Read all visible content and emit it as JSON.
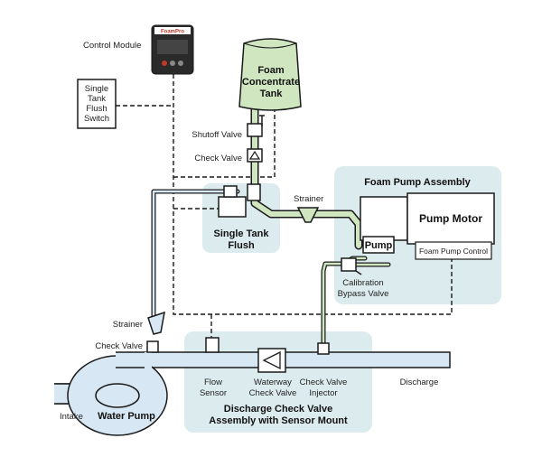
{
  "labels": {
    "control_module": "Control Module",
    "module_brand": "FoamPro",
    "flush_switch_1": "Single",
    "flush_switch_2": "Tank",
    "flush_switch_3": "Flush",
    "flush_switch_4": "Switch",
    "tank_1": "Foam",
    "tank_2": "Concentrate",
    "tank_3": "Tank",
    "shutoff_valve": "Shutoff Valve",
    "check_valve_top": "Check Valve",
    "strainer_top": "Strainer",
    "single_tank_flush_1": "Single Tank",
    "single_tank_flush_2": "Flush",
    "pump_assembly_title": "Foam Pump Assembly",
    "pump_motor": "Pump Motor",
    "pump": "Pump",
    "pump_control": "Foam Pump Control",
    "calibration_1": "Calibration",
    "calibration_2": "Bypass Valve",
    "strainer_left": "Strainer",
    "check_valve_left": "Check Valve",
    "flow_sensor_1": "Flow",
    "flow_sensor_2": "Sensor",
    "waterway_1": "Waterway",
    "waterway_2": "Check Valve",
    "cv_injector_1": "Check Valve",
    "cv_injector_2": "Injector",
    "discharge": "Discharge",
    "intake": "Intake",
    "water_pump": "Water Pump",
    "discharge_assembly_1": "Discharge Check Valve",
    "discharge_assembly_2": "Assembly with Sensor Mount"
  },
  "colors": {
    "panel": "#dcecee",
    "foam": "#cfe6c0",
    "water": "#d7e8f4",
    "outline": "#1a1a1a"
  }
}
